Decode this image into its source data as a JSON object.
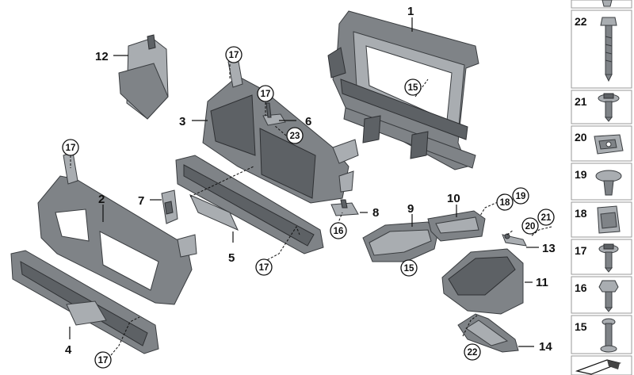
{
  "callouts": [
    {
      "id": "c1",
      "text": "1"
    },
    {
      "id": "c2",
      "text": "2"
    },
    {
      "id": "c3",
      "text": "3"
    },
    {
      "id": "c4",
      "text": "4"
    },
    {
      "id": "c5",
      "text": "5"
    },
    {
      "id": "c6",
      "text": "6"
    },
    {
      "id": "c7",
      "text": "7"
    },
    {
      "id": "c8",
      "text": "8"
    },
    {
      "id": "c9",
      "text": "9"
    },
    {
      "id": "c10",
      "text": "10"
    },
    {
      "id": "c11",
      "text": "11"
    },
    {
      "id": "c12",
      "text": "12"
    },
    {
      "id": "c13",
      "text": "13"
    },
    {
      "id": "c14",
      "text": "14"
    }
  ],
  "circled": [
    {
      "id": "k1",
      "text": "17"
    },
    {
      "id": "k2",
      "text": "17"
    },
    {
      "id": "k3",
      "text": "17"
    },
    {
      "id": "k4",
      "text": "17"
    },
    {
      "id": "k5",
      "text": "17"
    },
    {
      "id": "k6",
      "text": "15"
    },
    {
      "id": "k7",
      "text": "23"
    },
    {
      "id": "k8",
      "text": "16"
    },
    {
      "id": "k9",
      "text": "15"
    },
    {
      "id": "k10",
      "text": "18"
    },
    {
      "id": "k11",
      "text": "19"
    },
    {
      "id": "k12",
      "text": "20"
    },
    {
      "id": "k13",
      "text": "21"
    },
    {
      "id": "k14",
      "text": "22"
    },
    {
      "id": "k15",
      "text": "17"
    }
  ],
  "legend": [
    {
      "num": "22",
      "icon": "long-bolt-icon"
    },
    {
      "num": "21",
      "icon": "flange-screw-icon"
    },
    {
      "num": "20",
      "icon": "clip-nut-icon"
    },
    {
      "num": "19",
      "icon": "expanding-rivet-icon"
    },
    {
      "num": "18",
      "icon": "cage-nut-icon"
    },
    {
      "num": "17",
      "icon": "flange-screw-icon"
    },
    {
      "num": "16",
      "icon": "hex-bolt-icon"
    },
    {
      "num": "15",
      "icon": "push-rivet-icon"
    }
  ]
}
